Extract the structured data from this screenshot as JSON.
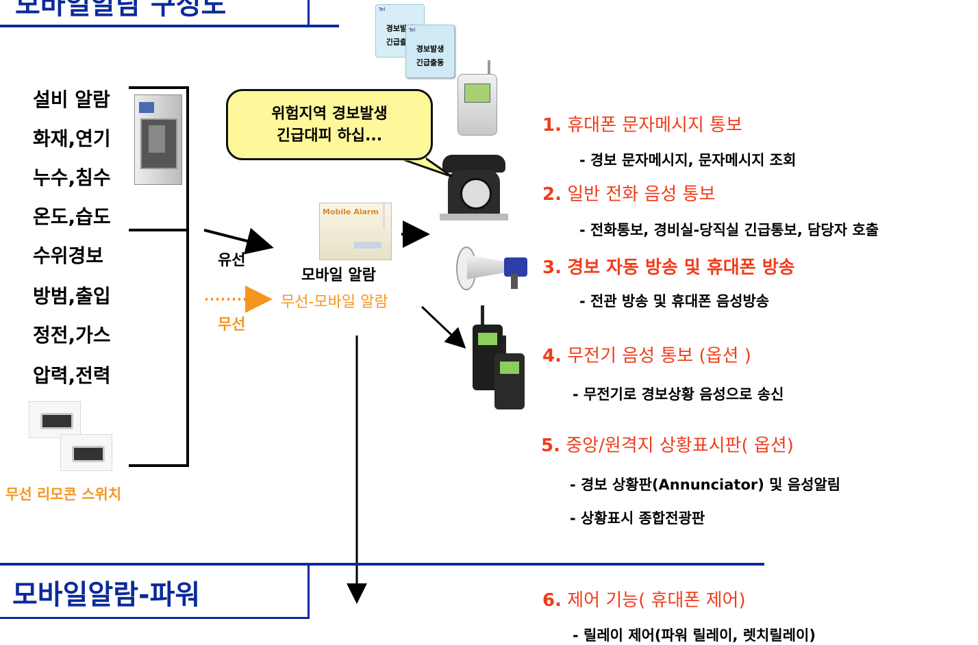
{
  "titles": {
    "top": "모바일알람 구성도",
    "bottom": "모바일알람-파워"
  },
  "sensors": [
    "설비 알람",
    "화재,연기",
    "누수,침수",
    "온도,습도",
    "수위경보",
    "방범,출입",
    "정전,가스",
    "압력,전력"
  ],
  "remote_label": "무선 리모콘 스위치",
  "bubble": {
    "line1": "위험지역 경보발생",
    "line2": "긴급대피 하십..."
  },
  "wired_label": "유선",
  "wireless_label": "무선",
  "device": {
    "box_text": "Mobile Alarm",
    "name": "모바일 알람",
    "wireless_name": "무선-모바일 알람"
  },
  "sms_card": {
    "line1": "경보발생",
    "line2": "긴급출동"
  },
  "features": [
    {
      "num": "1.",
      "title": "휴대폰 문자메시지  통보",
      "subs": [
        "- 경보 문자메시지, 문자메시지 조회"
      ]
    },
    {
      "num": "2.",
      "title": "일반 전화 음성 통보",
      "subs": [
        "- 전화통보, 경비실-당직실 긴급통보, 담당자 호출"
      ]
    },
    {
      "num": "3.",
      "title": "경보 자동 방송 및 휴대폰 방송",
      "subs": [
        "- 전관 방송 및 휴대폰 음성방송"
      ]
    },
    {
      "num": "4.",
      "title": "무전기 음성 통보 (옵션 )",
      "subs": [
        "- 무전기로 경보상황 음성으로 송신"
      ]
    },
    {
      "num": "5.",
      "title": "중앙/원격지 상황표시판( 옵션)",
      "subs": [
        "- 경보 상황판(Annunciator) 및 음성알림",
        "- 상황표시 종합전광판"
      ]
    },
    {
      "num": "6.",
      "title": "제어 기능( 휴대폰 제어)",
      "subs": [
        "- 릴레이 제어(파워 릴레이, 렛치릴레이)"
      ]
    }
  ],
  "colors": {
    "title_blue": "#0b2a9a",
    "feature_red": "#f03c1a",
    "wireless_orange": "#f5951f",
    "bubble_yellow": "#fff89a"
  }
}
